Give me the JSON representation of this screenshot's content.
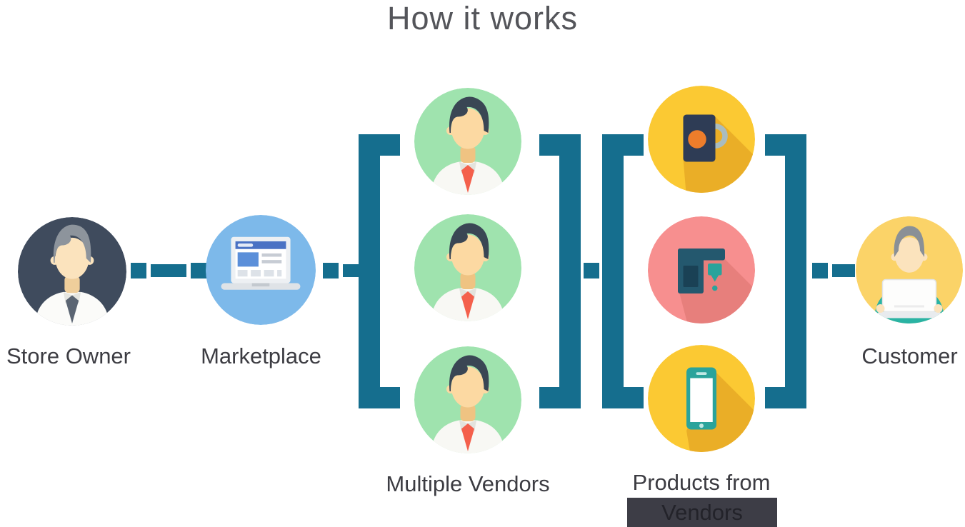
{
  "title": "How it works",
  "flow": {
    "store_owner": {
      "label": "Store Owner"
    },
    "marketplace": {
      "label": "Marketplace"
    },
    "vendors": {
      "label": "Multiple Vendors",
      "count": 3
    },
    "products": {
      "label_line1": "Products from",
      "label_line2": "Vendors",
      "items": [
        "coffee-mug",
        "3d-printer",
        "smartphone"
      ]
    },
    "customer": {
      "label": "Customer"
    }
  },
  "icons": {
    "store-owner-avatar-icon": "person with tie on dark circle",
    "marketplace-laptop-icon": "laptop with browser window on blue circle",
    "vendor-avatar-icon": "man with red tie on green circle",
    "coffee-mug-icon": "mug on yellow circle",
    "printer-icon": "3d printer on pink circle",
    "smartphone-icon": "phone on yellow circle",
    "customer-laptop-icon": "person at laptop on yellow circle"
  },
  "colors": {
    "connector": "#156e8e",
    "store_owner_bg": "#3f4b5d",
    "marketplace_bg": "#7db9ea",
    "vendor_bg": "#9fe3ae",
    "product_yellow_bg": "#fbc933",
    "product_pink_bg": "#f78f8f",
    "customer_bg": "#fbd368",
    "highlight_bg": "#3d3d46",
    "label_text": "#3c3c42",
    "title_text": "#54555a"
  }
}
